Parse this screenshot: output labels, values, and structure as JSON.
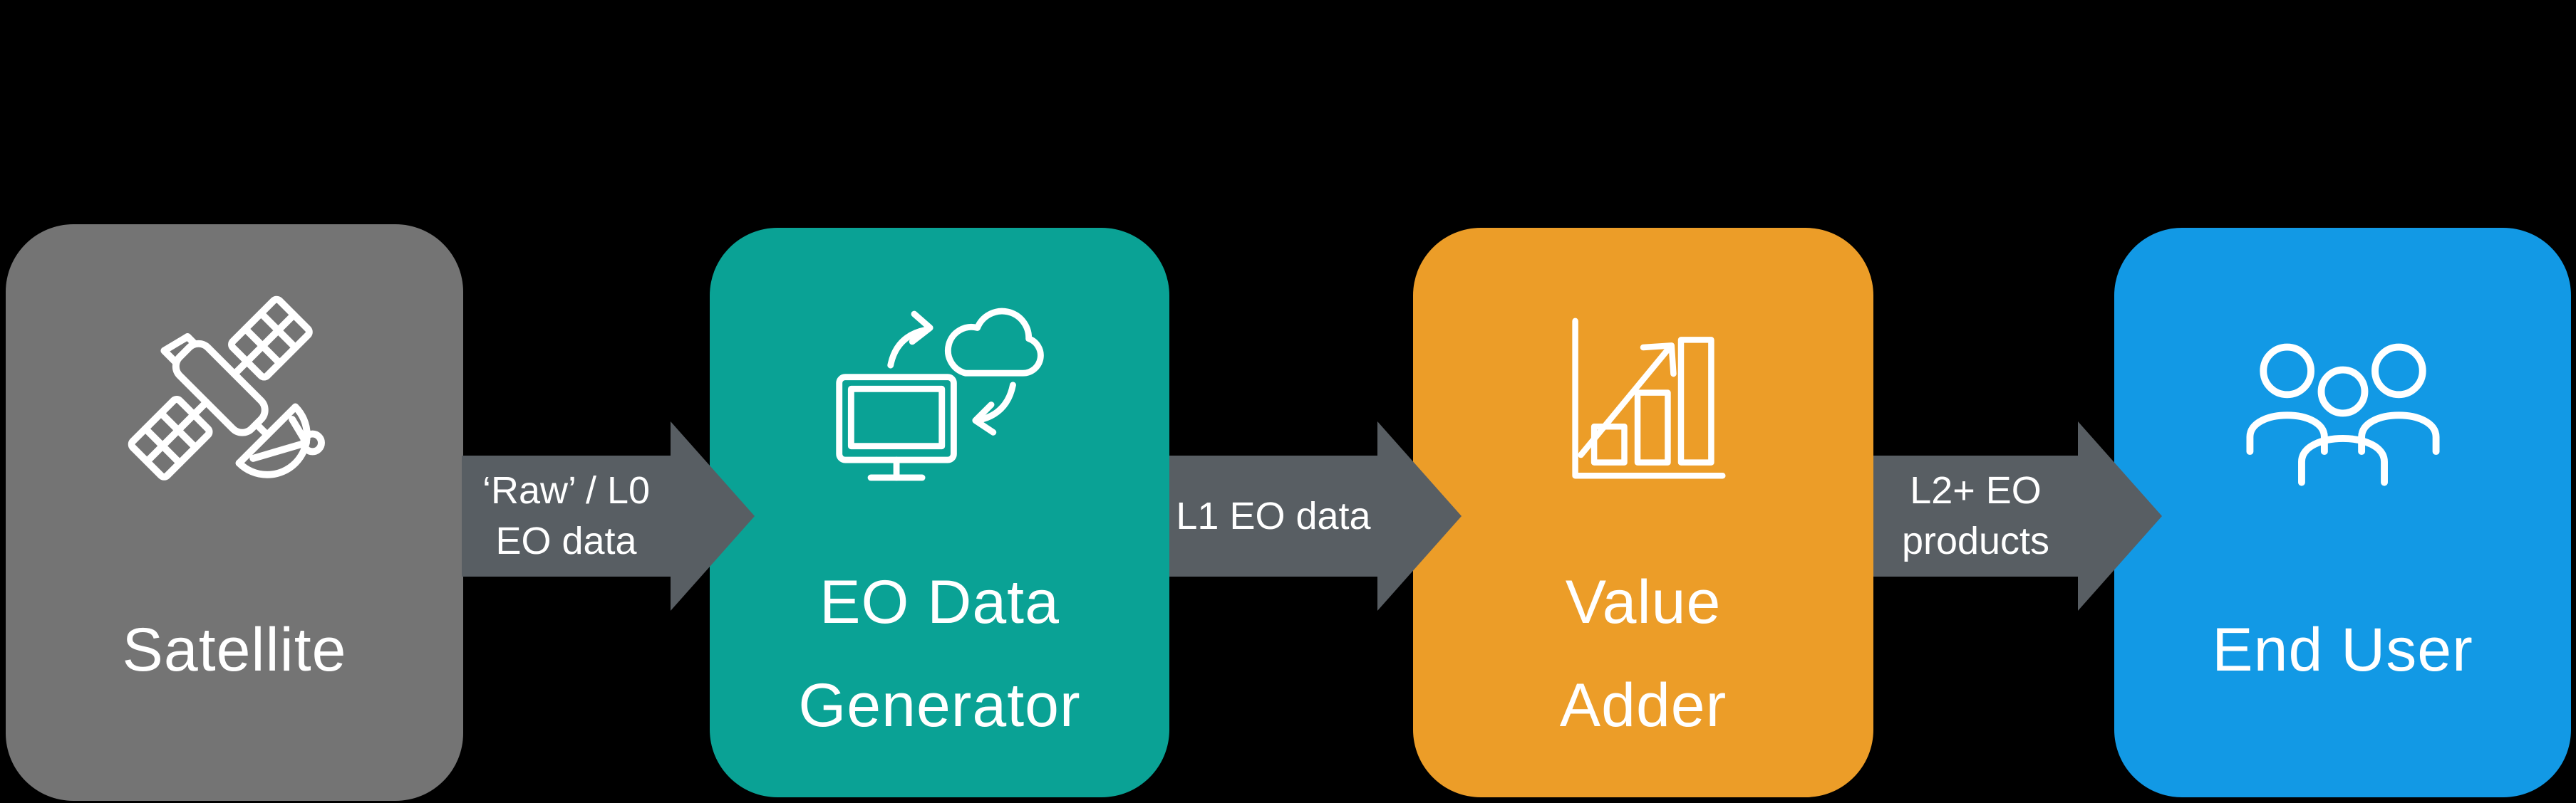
{
  "page": {
    "background": "#000000",
    "text_color": "#FFFFFF"
  },
  "diagram": {
    "boxes": [
      {
        "label": "Satellite",
        "color": "#747474",
        "icon": "satellite-icon"
      },
      {
        "label": "EO Data\nGenerator",
        "color": "#0AA295",
        "icon": "cloud-sync-icon"
      },
      {
        "label": "Value\nAdder",
        "color": "#EC9D28",
        "icon": "bar-chart-icon"
      },
      {
        "label": "End User",
        "color": "#1299E5",
        "icon": "people-group-icon"
      }
    ],
    "arrows": [
      {
        "label": "‘Raw’ / L0\nEO data",
        "color": "#585E63"
      },
      {
        "label": "L1 EO data",
        "color": "#585E63"
      },
      {
        "label": "L2+ EO\nproducts",
        "color": "#585E63"
      }
    ]
  }
}
